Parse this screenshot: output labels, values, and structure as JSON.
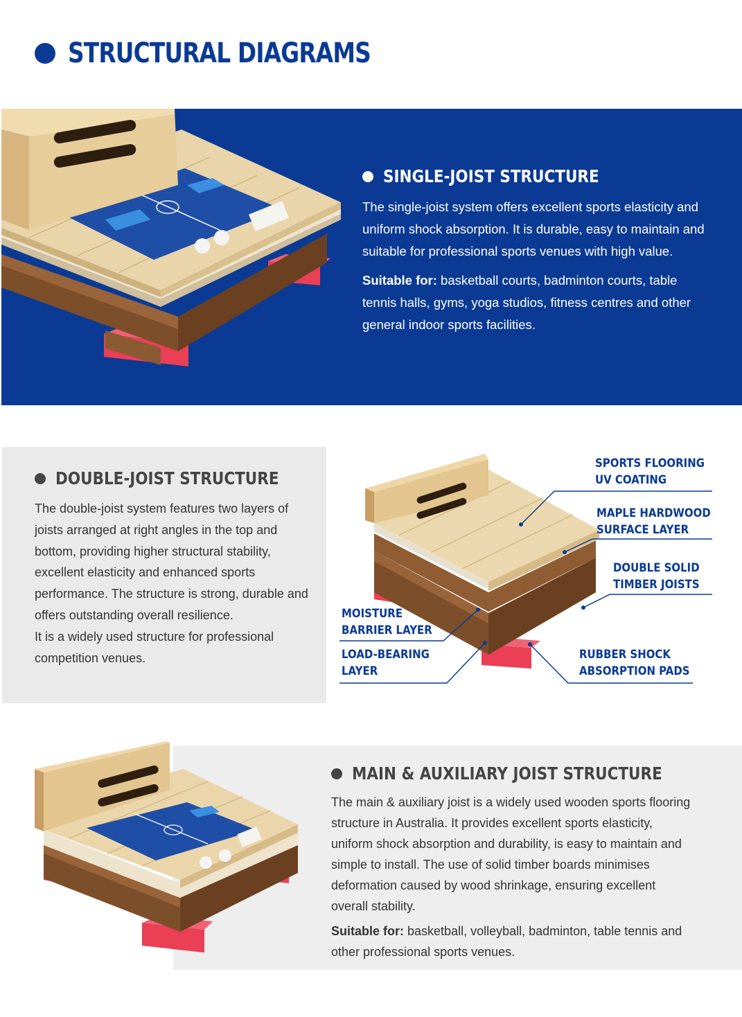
{
  "header": {
    "title": "STRUCTURAL DIAGRAMS"
  },
  "single_joist": {
    "title": "SINGLE-JOIST STRUCTURE",
    "body": "The single-joist system offers excellent sports elasticity and uniform shock absorption. It is durable, easy to maintain and suitable for professional sports venues with high value.",
    "suitable_label": "Suitable for:",
    "suitable_text": " basketball courts, badminton courts, table tennis halls, gyms, yoga studios, fitness centres and other general indoor sports facilities."
  },
  "double_joist": {
    "title": "DOUBLE-JOIST STRUCTURE",
    "body": "The double-joist system features two layers of joists arranged at right angles in the top and bottom, providing higher structural stability, excellent elasticity and enhanced sports performance. The structure is strong, durable and offers outstanding overall resilience.",
    "body2": "It is a widely used structure for professional competition venues.",
    "labels": {
      "sports_flooring_1": "SPORTS FLOORING",
      "sports_flooring_2": "UV COATING",
      "maple_1": "MAPLE HARDWOOD",
      "maple_2": "SURFACE LAYER",
      "joists_1": "DOUBLE SOLID",
      "joists_2": "TIMBER JOISTS",
      "moisture_1": "MOISTURE",
      "moisture_2": "BARRIER LAYER",
      "load_1": "LOAD-BEARING",
      "load_2": "LAYER",
      "rubber_1": "RUBBER SHOCK",
      "rubber_2": "ABSORPTION PADS"
    }
  },
  "main_aux": {
    "title": "MAIN & AUXILIARY JOIST STRUCTURE",
    "body": "The main & auxiliary joist is a widely used wooden sports flooring structure in Australia. It provides excellent sports elasticity, uniform shock absorption and durability, is easy to maintain and simple to install. The use of solid timber boards minimises deformation caused by wood shrinkage, ensuring excellent overall stability.",
    "suitable_label": "Suitable for:",
    "suitable_text": " basketball, volleyball, badminton, table tennis and other professional sports venues."
  },
  "colors": {
    "brand_blue": "#0a3a94",
    "maple": "#e8d2a6",
    "joist": "#8a5a32",
    "pad": "#ea3f55"
  }
}
